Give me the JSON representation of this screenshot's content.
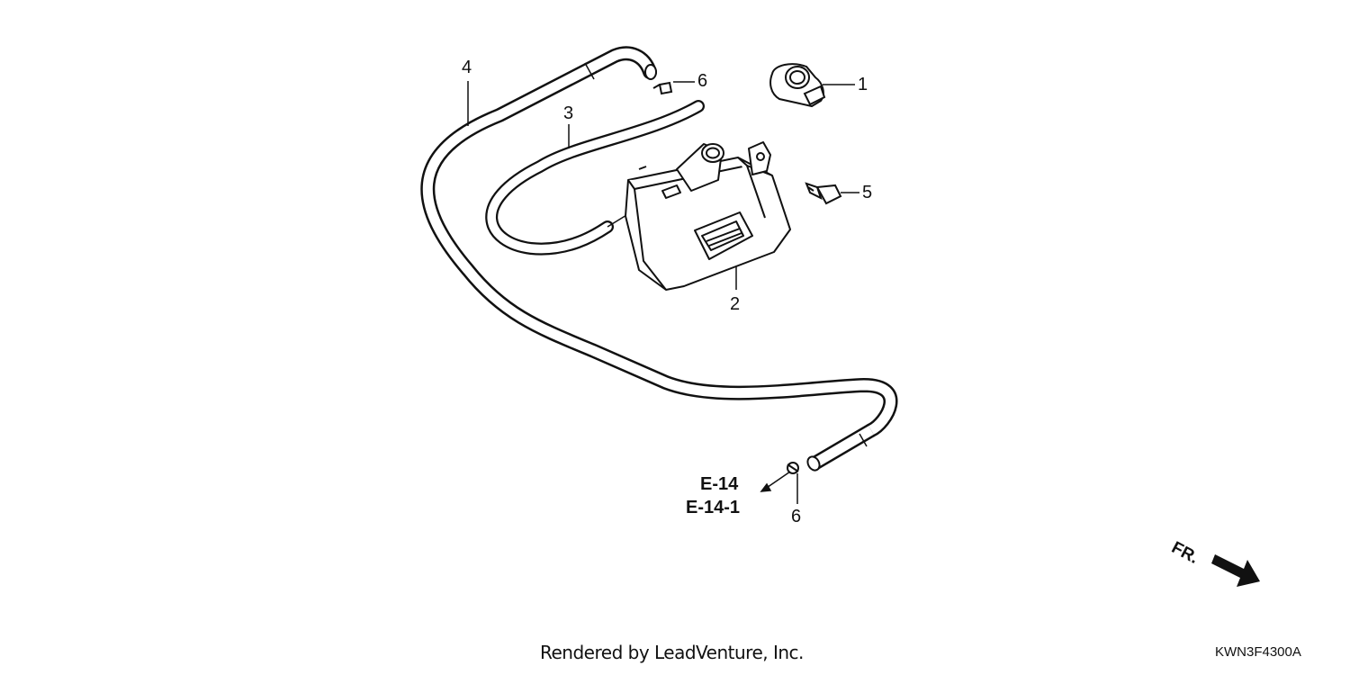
{
  "callouts": {
    "part_1": "1",
    "part_2": "2",
    "part_3": "3",
    "part_4": "4",
    "part_5": "5",
    "part_6_top": "6",
    "part_6_bottom": "6"
  },
  "references": {
    "ref_1": "E-14",
    "ref_2": "E-14-1"
  },
  "direction": {
    "label": "FR."
  },
  "footer": {
    "credit": "Rendered by LeadVenture, Inc.",
    "diagram_code": "KWN3F4300A"
  },
  "icons": {
    "front_arrow": "arrow-down-right-icon"
  }
}
